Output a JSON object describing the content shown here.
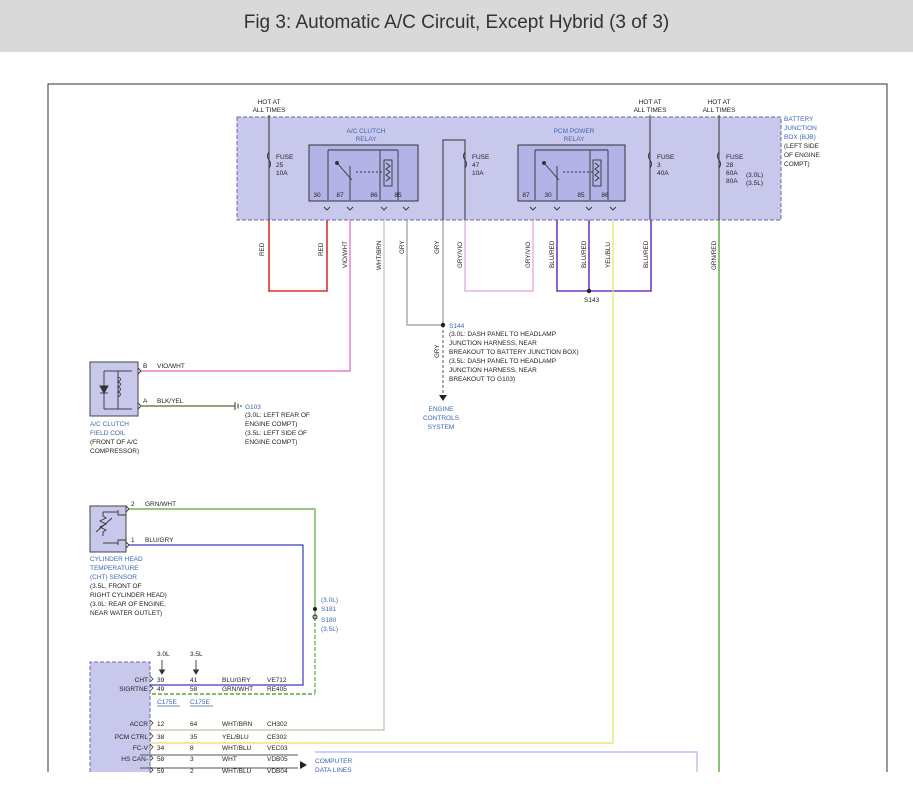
{
  "header": {
    "title": "Fig 3: Automatic A/C Circuit, Except Hybrid (3 of 3)"
  },
  "bjb": {
    "label_1": "BATTERY",
    "label_2": "JUNCTION",
    "label_3": "BOX (BJB)",
    "label_4": "(LEFT SIDE",
    "label_5": "OF ENGINE",
    "label_6": "COMPT)",
    "hot_at": "HOT AT",
    "all_times": "ALL TIMES",
    "fuse_word": "FUSE",
    "fuse25": {
      "num": "25",
      "amp": "10A"
    },
    "fuse47": {
      "num": "47",
      "amp": "10A"
    },
    "fuse3": {
      "num": "3",
      "amp": "40A"
    },
    "fuse28": {
      "num": "28",
      "amp1": "60A",
      "amp2": "80A",
      "eng1": "(3.0L)",
      "eng2": "(3.5L)"
    }
  },
  "relays": {
    "ac_clutch": {
      "title_1": "A/C CLUTCH",
      "title_2": "RELAY",
      "pins": [
        "30",
        "87",
        "86",
        "85"
      ]
    },
    "pcm_power": {
      "title_1": "PCM POWER",
      "title_2": "RELAY",
      "pins": [
        "87",
        "30",
        "85",
        "86"
      ]
    }
  },
  "wires": {
    "red": "RED",
    "vio_wht": "VIO/WHT",
    "wht_brn": "WHT/BRN",
    "gry": "GRY",
    "gry_vio": "GRY/VIO",
    "blu_red": "BLU/RED",
    "yel_blu": "YEL/BLU",
    "grn_red": "GRN/RED",
    "blk_yel": "BLK/YEL",
    "grn_wht": "GRN/WHT",
    "blu_gry": "BLU/GRY"
  },
  "splices": {
    "s143": "S143",
    "s144": {
      "name": "S144",
      "lines": [
        "(3.0L: DASH PANEL TO HEADLAMP",
        "JUNCTION HARNESS, NEAR",
        "BREAKOUT TO BATTERY JUNCTION BOX)",
        "(3.5L: DASH PANEL TO HEADLAMP",
        "JUNCTION HARNESS, NEAR",
        "BREAKOUT TO G103)"
      ]
    },
    "s181": {
      "eng": "(3.0L)",
      "name": "S181"
    },
    "s180": {
      "name": "S180",
      "eng": "(3.5L)"
    }
  },
  "engine_controls": [
    "ENGINE",
    "CONTROLS",
    "SYSTEM"
  ],
  "ac_coil": {
    "pin_b": "B",
    "pin_a": "A",
    "label": [
      "A/C CLUTCH",
      "FIELD COIL"
    ],
    "desc": [
      "(FRONT OF A/C",
      "COMPRESSOR)"
    ]
  },
  "g103": {
    "name": "G103",
    "lines": [
      "(3.0L: LEFT REAR OF",
      "ENGINE COMPT)",
      "(3.5L: LEFT SIDE OF",
      "ENGINE COMPT)"
    ]
  },
  "cht": {
    "pin2": "2",
    "pin1": "1",
    "label": [
      "CYLINDER HEAD",
      "TEMPERATURE",
      "(CHT) SENSOR"
    ],
    "desc": [
      "(3.5L, FRONT OF",
      "RIGHT CYLINDER HEAD)",
      "(3.0L: REAR OF ENGINE,",
      "NEAR WATER OUTLET)"
    ]
  },
  "pcm": {
    "eng_30": "3.0L",
    "eng_35": "3.5L",
    "rows": [
      {
        "label": "CHT",
        "p1": "39",
        "p2": "41",
        "color": "BLU/GRY",
        "circuit": "VE712"
      },
      {
        "label": "SIGRTNE",
        "p1": "49",
        "p2": "58",
        "color": "GRN/WHT",
        "circuit": "RE405"
      },
      {
        "label": "ACCR",
        "p1": "12",
        "p2": "64",
        "color": "WHT/BRN",
        "circuit": "CH302"
      },
      {
        "label": "PCM CTRL",
        "p1": "38",
        "p2": "35",
        "color": "YEL/BLU",
        "circuit": "CE302"
      },
      {
        "label": "FC-V",
        "p1": "34",
        "p2": "8",
        "color": "WHT/BLU",
        "circuit": "VEC03"
      },
      {
        "label": "HS CAN-",
        "p1": "58",
        "p2": "3",
        "color": "WHT",
        "circuit": "VDB05"
      },
      {
        "label": "",
        "p1": "59",
        "p2": "2",
        "color": "WHT/BLU",
        "circuit": "VDB04"
      }
    ],
    "conn1": "C175E",
    "conn2": "C175E",
    "computer_data_lines": [
      "COMPUTER",
      "DATA LINES"
    ]
  }
}
